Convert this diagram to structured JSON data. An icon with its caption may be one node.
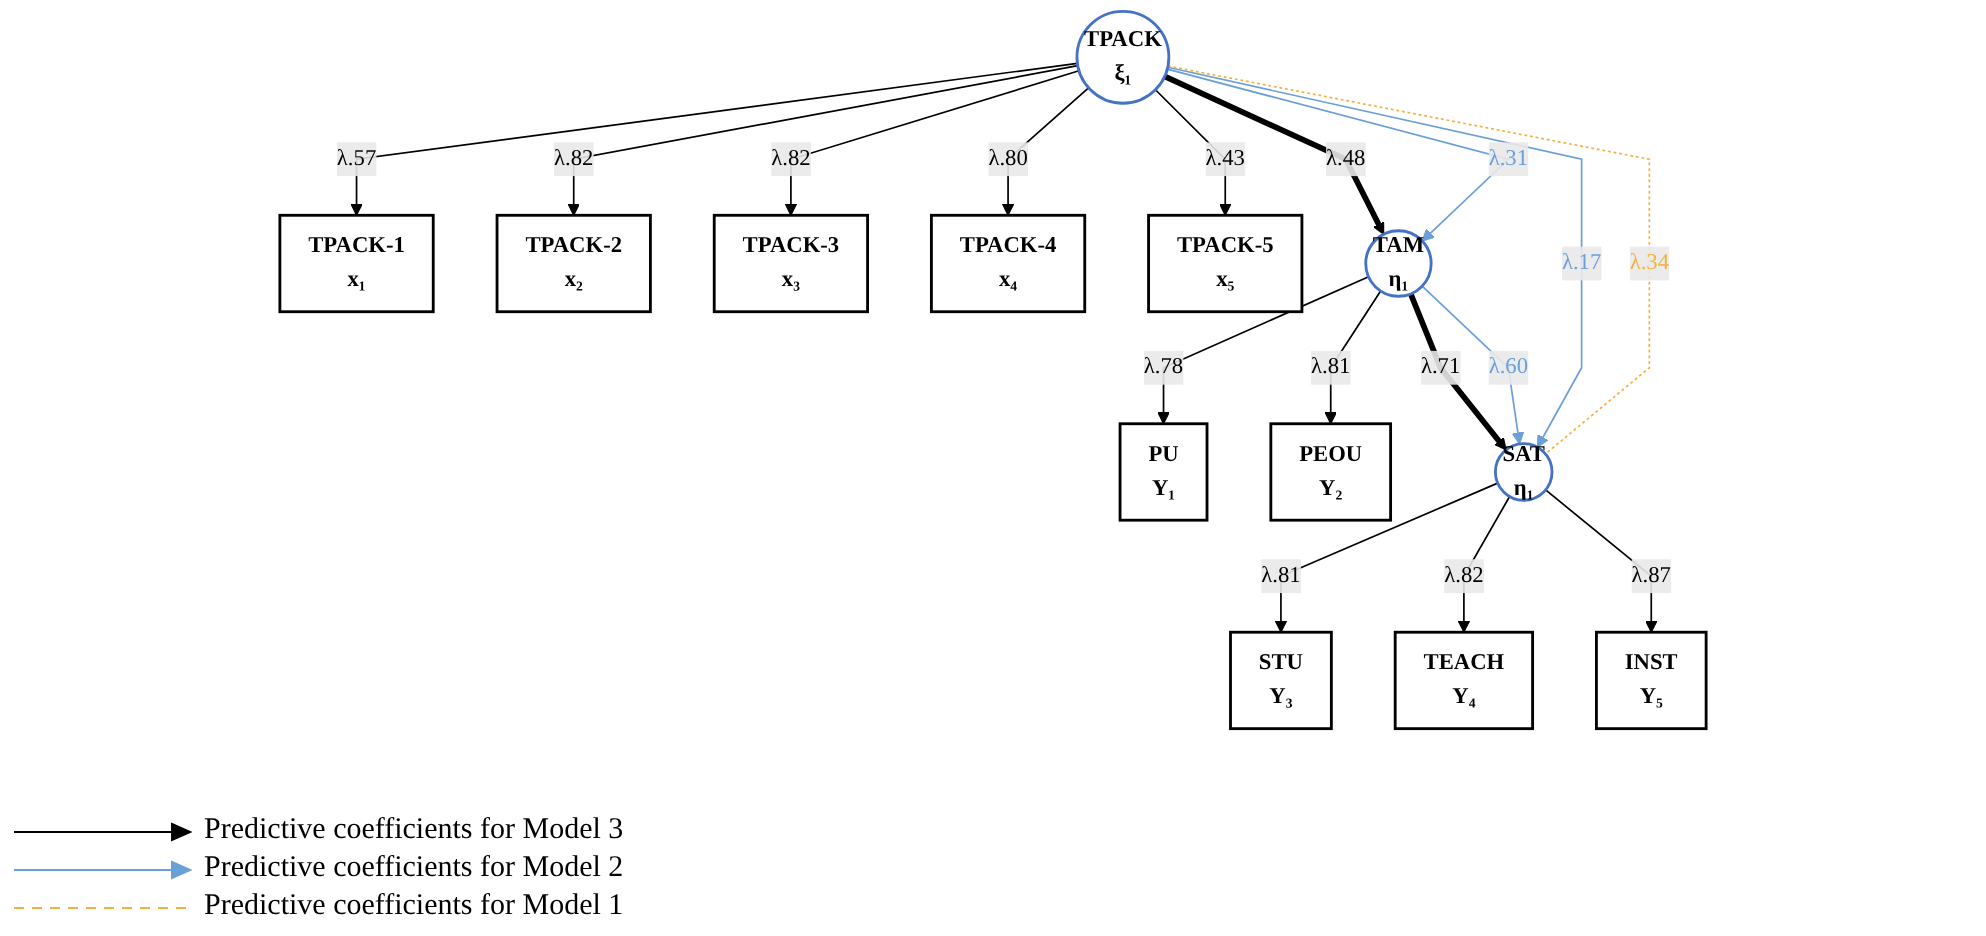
{
  "diagram": {
    "nodes": [
      {
        "text": [
          "TPACK-1",
          "x₁"
        ]
      },
      {
        "text": [
          "TPACK-2",
          "x₂"
        ]
      },
      {
        "text": [
          "TPACK-3",
          "x₃"
        ]
      },
      {
        "text": [
          "TPACK-4",
          "x₄"
        ]
      },
      {
        "text": [
          "TPACK-5",
          "x₅"
        ]
      },
      {
        "text": [
          "TPACK",
          "ξ₁"
        ]
      },
      {
        "text": [
          "TAM",
          "η₁"
        ]
      },
      {
        "text": [
          "PU",
          "Y₁"
        ]
      },
      {
        "text": [
          "PEOU",
          "Y₂"
        ]
      },
      {
        "text": [
          "SAT",
          "η₁"
        ]
      },
      {
        "text": [
          "STU",
          "Y₃"
        ]
      },
      {
        "text": [
          "TEACH",
          "Y₄"
        ]
      },
      {
        "text": [
          "INST",
          "Y₅"
        ]
      }
    ],
    "edges": [
      {
        "from": 5,
        "to": 0,
        "arrow": "to",
        "label": "λ.57"
      },
      {
        "from": 5,
        "to": 1,
        "arrow": "to",
        "label": "λ.82"
      },
      {
        "from": 5,
        "to": 2,
        "arrow": "to",
        "label": "λ.82"
      },
      {
        "from": 5,
        "to": 3,
        "arrow": "to",
        "label": "λ.80"
      },
      {
        "from": 5,
        "to": 4,
        "arrow": "to",
        "label": "λ.43"
      },
      {
        "from": 5,
        "to": 6,
        "arrow": "to",
        "label": "λ.48",
        "style": "thick"
      },
      {
        "from": 5,
        "to": 6,
        "arrow": "to",
        "label": "λ.31",
        "color": "#6a9fd8"
      },
      {
        "from": 5,
        "to": 9,
        "arrow": "to",
        "label": "λ.17",
        "color": "#6a9fd8"
      },
      {
        "from": 5,
        "to": 9,
        "arrow": "none",
        "label": "λ.34",
        "style": "dashed",
        "color": "#f5b041"
      },
      {
        "from": 6,
        "to": 7,
        "arrow": "to",
        "label": "λ.78"
      },
      {
        "from": 6,
        "to": 8,
        "arrow": "to",
        "label": "λ.81"
      },
      {
        "from": 6,
        "to": 9,
        "arrow": "to",
        "label": "λ.71",
        "style": "thick"
      },
      {
        "from": 6,
        "to": 9,
        "arrow": "to",
        "label": "λ.60",
        "color": "#6a9fd8"
      },
      {
        "from": 9,
        "to": 10,
        "arrow": "to",
        "label": "λ.81"
      },
      {
        "from": 9,
        "to": 11,
        "arrow": "to",
        "label": "λ.82"
      },
      {
        "from": 9,
        "to": 12,
        "arrow": "to",
        "label": "λ.87"
      }
    ],
    "legend": [
      {
        "text": "Predictive coefficients for Model 3"
      },
      {
        "text": "Predictive coefficients for Model 2"
      },
      {
        "text": "Predictive coefficients for Model 1"
      }
    ]
  }
}
